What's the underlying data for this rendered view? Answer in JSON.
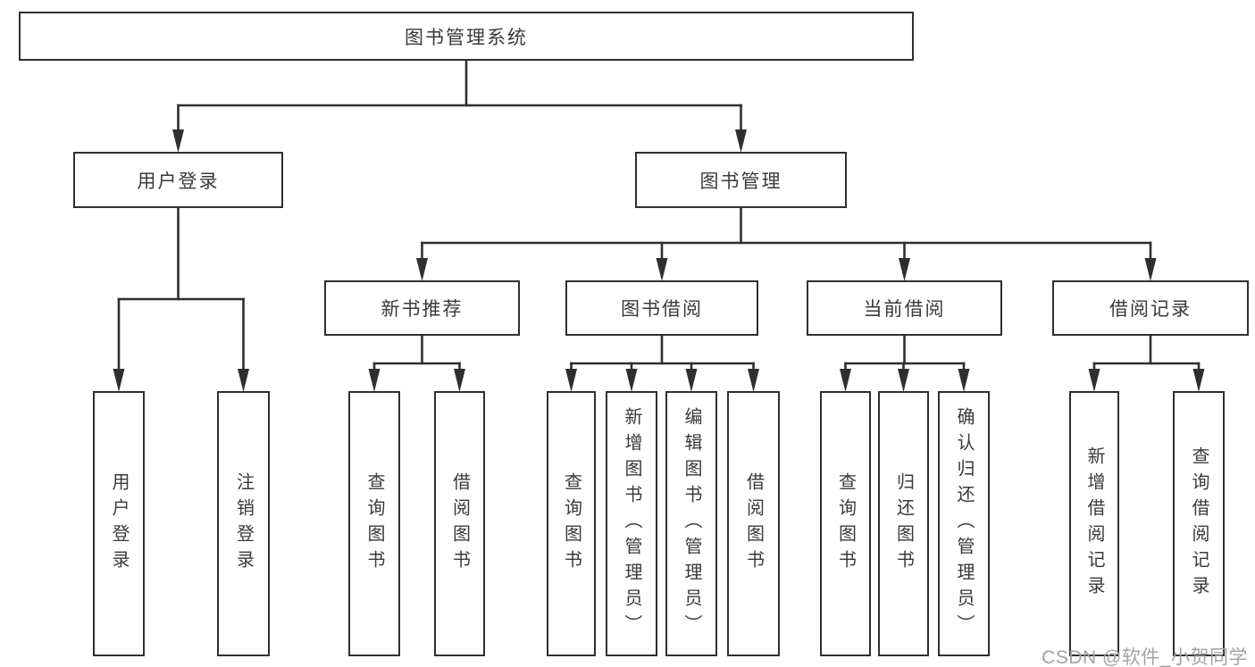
{
  "diagram": {
    "watermark": "CSDN @软件_小贺同学",
    "colors": {
      "line": "#2f2f2f",
      "text": "#3a3a3a",
      "background": "#ffffff",
      "watermark": "#a3a3a3"
    },
    "nodes": [
      {
        "id": "root",
        "label": "图书管理系统",
        "parent": null,
        "text_direction": "horizontal"
      },
      {
        "id": "user-login",
        "label": "用户登录",
        "parent": "root",
        "text_direction": "horizontal"
      },
      {
        "id": "book-mgmt",
        "label": "图书管理",
        "parent": "root",
        "text_direction": "horizontal"
      },
      {
        "id": "login-leaf",
        "label": "用户登录",
        "parent": "user-login",
        "text_direction": "vertical"
      },
      {
        "id": "logout-leaf",
        "label": "注销登录",
        "parent": "user-login",
        "text_direction": "vertical"
      },
      {
        "id": "new-book",
        "label": "新书推荐",
        "parent": "book-mgmt",
        "text_direction": "horizontal"
      },
      {
        "id": "book-borrow",
        "label": "图书借阅",
        "parent": "book-mgmt",
        "text_direction": "horizontal"
      },
      {
        "id": "current-borrow",
        "label": "当前借阅",
        "parent": "book-mgmt",
        "text_direction": "horizontal"
      },
      {
        "id": "borrow-record",
        "label": "借阅记录",
        "parent": "book-mgmt",
        "text_direction": "horizontal"
      },
      {
        "id": "nb-query",
        "label": "查询图书",
        "parent": "new-book",
        "text_direction": "vertical"
      },
      {
        "id": "nb-borrow",
        "label": "借阅图书",
        "parent": "new-book",
        "text_direction": "vertical"
      },
      {
        "id": "bb-query",
        "label": "查询图书",
        "parent": "book-borrow",
        "text_direction": "vertical"
      },
      {
        "id": "bb-add",
        "label": "新增图书（管理员）",
        "parent": "book-borrow",
        "text_direction": "vertical"
      },
      {
        "id": "bb-edit",
        "label": "编辑图书（管理员）",
        "parent": "book-borrow",
        "text_direction": "vertical"
      },
      {
        "id": "bb-borrow",
        "label": "借阅图书",
        "parent": "book-borrow",
        "text_direction": "vertical"
      },
      {
        "id": "cb-query",
        "label": "查询图书",
        "parent": "current-borrow",
        "text_direction": "vertical"
      },
      {
        "id": "cb-return",
        "label": "归还图书",
        "parent": "current-borrow",
        "text_direction": "vertical"
      },
      {
        "id": "cb-confirm",
        "label": "确认归还（管理员）",
        "parent": "current-borrow",
        "text_direction": "vertical"
      },
      {
        "id": "br-add",
        "label": "新增借阅记录",
        "parent": "borrow-record",
        "text_direction": "vertical"
      },
      {
        "id": "br-query",
        "label": "查询借阅记录",
        "parent": "borrow-record",
        "text_direction": "vertical"
      }
    ]
  }
}
